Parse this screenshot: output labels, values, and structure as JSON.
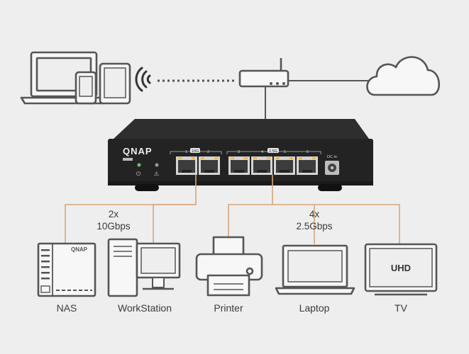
{
  "switch": {
    "brand": "QNAP",
    "port_numbers": [
      "1",
      "2",
      "3",
      "4",
      "5",
      "6"
    ],
    "badge_10g": "10G",
    "badge_2_5g": "2.5G",
    "power_label": "DC in"
  },
  "groups": {
    "ten_gig": {
      "count": "2x",
      "speed": "10Gbps"
    },
    "two_five_gig": {
      "count": "4x",
      "speed": "2.5Gbps"
    }
  },
  "devices": {
    "nas": {
      "label": "NAS",
      "brand": "QNAP"
    },
    "workstation": {
      "label": "WorkStation"
    },
    "printer": {
      "label": "Printer"
    },
    "laptop": {
      "label": "Laptop"
    },
    "tv": {
      "label": "TV",
      "screen_text": "UHD"
    }
  },
  "colors": {
    "background": "#eeeeee",
    "line_dark": "#555555",
    "line_orange": "#d9a57a",
    "icon_stroke": "#555555",
    "switch_body": "#232323"
  }
}
